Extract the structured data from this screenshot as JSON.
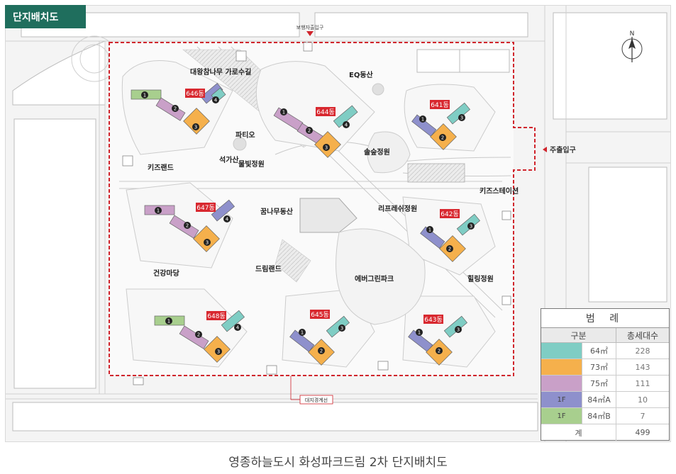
{
  "tab_title": "단지배치도",
  "caption": "영종하늘도시 화성파크드림 2차 단지배치도",
  "compass": {
    "label": "N"
  },
  "entrances": {
    "pedestrian": "보행자출입구",
    "main": "주출입구",
    "boundary": "대지경계선"
  },
  "buildings": [
    {
      "id": "646",
      "label": "646동"
    },
    {
      "id": "644",
      "label": "644동"
    },
    {
      "id": "641",
      "label": "641동"
    },
    {
      "id": "647",
      "label": "647동"
    },
    {
      "id": "642",
      "label": "642동"
    },
    {
      "id": "648",
      "label": "648동"
    },
    {
      "id": "645",
      "label": "645동"
    },
    {
      "id": "643",
      "label": "643동"
    }
  ],
  "unit_numbers": [
    "1",
    "2",
    "3",
    "4"
  ],
  "facilities": [
    {
      "id": "daewang",
      "label": "대왕참나무 가로수길"
    },
    {
      "id": "eq",
      "label": "EQ동산"
    },
    {
      "id": "patio",
      "label": "파티오"
    },
    {
      "id": "seokgasan",
      "label": "석가산"
    },
    {
      "id": "mulbit",
      "label": "물빛정원"
    },
    {
      "id": "solsup",
      "label": "솔숲정원"
    },
    {
      "id": "kidsland",
      "label": "키즈랜드"
    },
    {
      "id": "kidsstation",
      "label": "키즈스테이션"
    },
    {
      "id": "kkumnamu",
      "label": "꿈나무동산"
    },
    {
      "id": "refresh",
      "label": "리프레쉬정원"
    },
    {
      "id": "health",
      "label": "건강마당"
    },
    {
      "id": "dreamland",
      "label": "드림랜드"
    },
    {
      "id": "evergreen",
      "label": "에버그린파크"
    },
    {
      "id": "healing",
      "label": "힐링정원"
    }
  ],
  "legend": {
    "title": "범 례",
    "header_type": "구분",
    "header_count": "총세대수",
    "rows": [
      {
        "color": "#7fcdc4",
        "floor": "",
        "type": "64㎡",
        "count": "228"
      },
      {
        "color": "#f5b04c",
        "floor": "",
        "type": "73㎡",
        "count": "143"
      },
      {
        "color": "#c9a0c8",
        "floor": "",
        "type": "75㎡",
        "count": "111"
      },
      {
        "color": "#8e90cc",
        "floor": "1F",
        "type": "84㎡A",
        "count": "10"
      },
      {
        "color": "#a8cf8e",
        "floor": "1F",
        "type": "84㎡B",
        "count": "7"
      }
    ],
    "total_label": "계",
    "total_value": "499"
  },
  "colors": {
    "teal": "#7fcdc4",
    "orange": "#f5b04c",
    "purple": "#c9a0c8",
    "blue": "#8e90cc",
    "green": "#a8cf8e",
    "badge": "#d8282f",
    "boundary": "#d0242c",
    "brand": "#1f6e5d"
  }
}
